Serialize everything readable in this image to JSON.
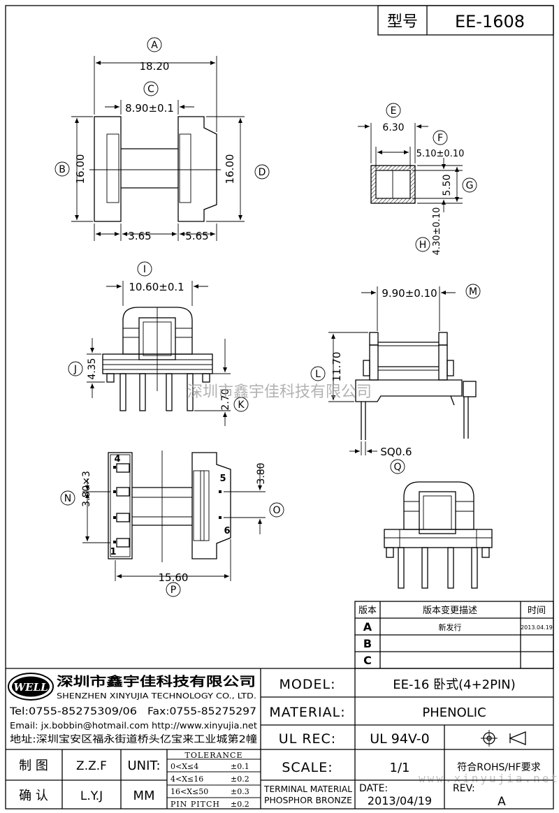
{
  "title_block": {
    "type_label": "型号",
    "type_value": "EE-1608"
  },
  "dimensions": {
    "A": {
      "letter": "A",
      "value": "18.20"
    },
    "B": {
      "letter": "B",
      "value": "16.00"
    },
    "C": {
      "letter": "C",
      "value": "8.90±0.1"
    },
    "D": {
      "letter": "D",
      "value": "16.00"
    },
    "E": {
      "letter": "E",
      "value": "6.30"
    },
    "F": {
      "letter": "F",
      "value": "5.10±0.10"
    },
    "G": {
      "letter": "G",
      "value": "5.50"
    },
    "H": {
      "letter": "H",
      "value": "4.30±0.10"
    },
    "I": {
      "letter": "I",
      "value": "10.60±0.1"
    },
    "J": {
      "letter": "J",
      "value": "4.35"
    },
    "K": {
      "letter": "K",
      "value": "2.70"
    },
    "L": {
      "letter": "L",
      "value": "11.70"
    },
    "M": {
      "letter": "M",
      "value": "9.90±0.10"
    },
    "N": {
      "letter": "N",
      "value": "3.80×3"
    },
    "O": {
      "letter": "O",
      "value": "3.80"
    },
    "P": {
      "letter": "P",
      "value": "15.60"
    },
    "Q": {
      "letter": "Q",
      "value": "SQ0.6"
    },
    "left_base": "3.65",
    "right_base": "5.65"
  },
  "pins": [
    "4",
    "5",
    "6",
    "1"
  ],
  "watermark": "深圳市鑫宇佳科技有限公司",
  "watermark_url": "www.xinyujia.net",
  "revision_table": {
    "headers": [
      "版本",
      "版本变更描述",
      "时间"
    ],
    "rows": [
      {
        "version": "A",
        "desc": "新发行",
        "date": "2013.04.19"
      },
      {
        "version": "B",
        "desc": "",
        "date": ""
      },
      {
        "version": "C",
        "desc": "",
        "date": ""
      }
    ]
  },
  "company": {
    "logo_text": "WELL",
    "name_cn": "深圳市鑫宇佳科技有限公司",
    "name_en": "SHENZHEN XINYUJIA TECHNOLOGY CO., LTD.",
    "tel": "Tel:0755-85275309/06",
    "fax": "Fax:0755-85275297",
    "email": "Email: jx.bobbin@hotmail.com http://www.xinyujia.net",
    "address": "地址:深圳宝安区福永街道桥头亿宝来工业城第2幢"
  },
  "specs": {
    "model_label": "MODEL:",
    "model_value": "EE-16 卧式(4+2PIN)",
    "material_label": "MATERIAL:",
    "material_value": "PHENOLIC",
    "ulrec_label": "UL REC:",
    "ulrec_value": "UL 94V-0",
    "scale_label": "SCALE:",
    "scale_value": "1/1",
    "rohs": "符合ROHS/HF要求",
    "terminal_label1": "TERMINAL MATERIAL",
    "terminal_label2": "PHOSPHOR BRONZE",
    "date_label": "DATE:",
    "date_value": "2013/04/19",
    "rev_label": "REV:",
    "rev_value": "A"
  },
  "signoff": {
    "draw_label": "制 图",
    "draw_value": "Z.Z.F",
    "check_label": "确 认",
    "check_value": "L.Y.J",
    "unit_label": "UNIT:",
    "unit_value": "MM"
  },
  "tolerance": {
    "title": "TOLERANCE",
    "rows": [
      {
        "range": "0<X≤4",
        "tol": "±0.1"
      },
      {
        "range": "4<X≤16",
        "tol": "±0.2"
      },
      {
        "range": "16<X≤50",
        "tol": "±0.3"
      },
      {
        "range": "PIN PITCH",
        "tol": "±0.2"
      }
    ]
  }
}
